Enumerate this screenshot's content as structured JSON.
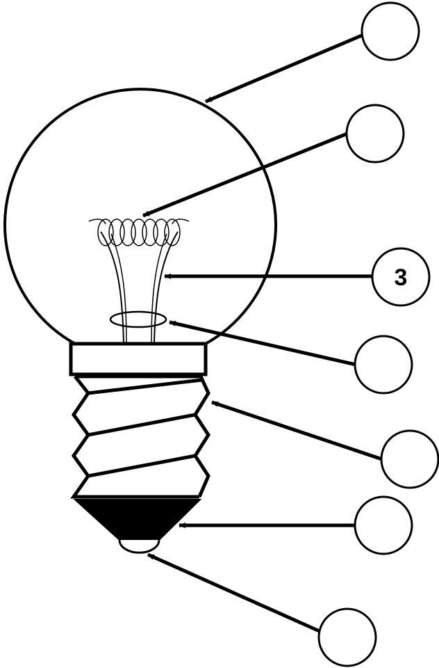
{
  "diagram": {
    "callouts": [
      {
        "id": "glass-bulb",
        "number": ""
      },
      {
        "id": "filament",
        "number": ""
      },
      {
        "id": "support-wires",
        "number": "3"
      },
      {
        "id": "glass-mount",
        "number": ""
      },
      {
        "id": "screw-base",
        "number": ""
      },
      {
        "id": "insulator",
        "number": ""
      },
      {
        "id": "foot-contact",
        "number": ""
      }
    ]
  },
  "colors": {
    "stroke": "#000000",
    "fill": "#ffffff"
  }
}
